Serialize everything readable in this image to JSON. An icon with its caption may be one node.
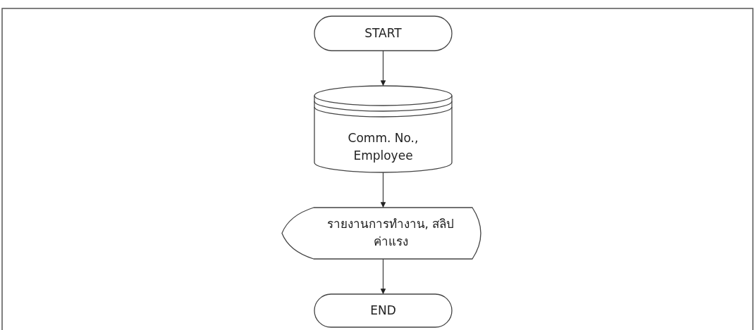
{
  "diagram": {
    "nodes": [
      {
        "text": [
          "START"
        ]
      },
      {
        "text": [
          "Comm. No., Employee"
        ]
      },
      {
        "text": [
          "รายงานการทำงาน, สลิปค่าแรง"
        ]
      },
      {
        "text": [
          "END"
        ]
      }
    ],
    "edges": [
      {
        "from": 0,
        "to": 1,
        "arrow": "to"
      },
      {
        "from": 1,
        "to": 2,
        "arrow": "to"
      },
      {
        "from": 2,
        "to": 3,
        "arrow": "to"
      }
    ]
  }
}
